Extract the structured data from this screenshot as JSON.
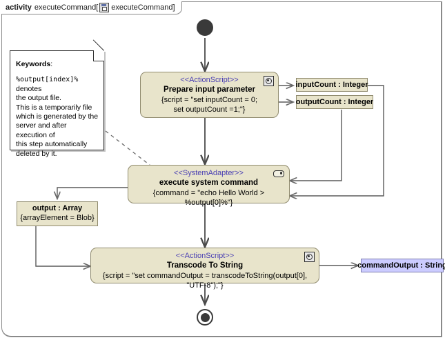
{
  "frame": {
    "keyword": "activity",
    "name_prefix": "executeCommand[",
    "icon": "activity-diagram-icon",
    "inner_name": "executeCommand",
    "name_suffix": "]"
  },
  "note": {
    "title": "Keywords",
    "title_colon": ":",
    "token": "%output[index]%",
    "line1_rest": " denotes",
    "line2": "the output file.",
    "line3": "This is a temporarily file",
    "line4": "which is generated by the",
    "line5": "server and after execution of",
    "line6": "this step automatically",
    "line7": "deleted by it."
  },
  "nodes": {
    "initial": {
      "name": "initial-node"
    },
    "prepare": {
      "stereotype": "<<ActionScript>>",
      "name": "Prepare input parameter",
      "body_line1": "{script = \"set inputCount = 0;",
      "body_line2": "set outputCount =1;\"}",
      "icon": "action-script-icon"
    },
    "execute": {
      "stereotype": "<<SystemAdapter>>",
      "name": "execute system command",
      "body_line1": "{command = \"echo Hello World > %output[0]%\"}",
      "icon": "system-adapter-icon"
    },
    "transcode": {
      "stereotype": "<<ActionScript>>",
      "name": "Transcode To String",
      "body_line1": "{script = \"set commandOutput = transcodeToString(output[0], \"UTF-8\");\"}",
      "icon": "action-script-icon"
    },
    "final": {
      "name": "activity-final-node"
    }
  },
  "pins": {
    "input_count": "inputCount : Integer",
    "output_count": "outputCount : Integer",
    "command_output": "commandOutput : String",
    "output_array_name": "output : Array",
    "output_array_constraint": "{arrayElement = Blob}"
  },
  "colors": {
    "node_fill": "#e8e4cb",
    "node_border": "#8f8a6d",
    "stereotype_text": "#4a3fb3",
    "object_pin_blue": "#ccccff",
    "edge": "#5a5a5a",
    "frame_border": "#8a8a8a",
    "control_node": "#3a3a3a"
  }
}
